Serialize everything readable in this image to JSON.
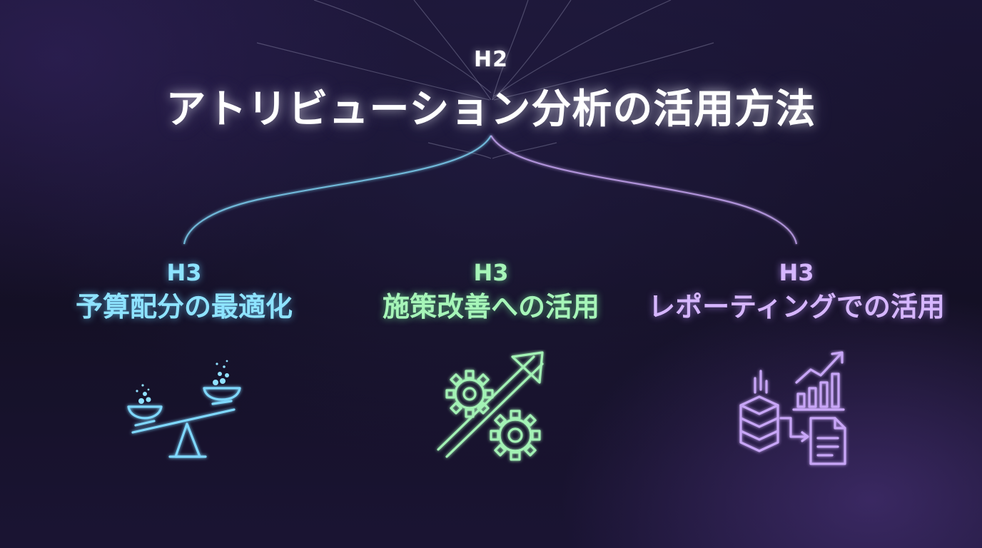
{
  "heading": {
    "tag": "H2",
    "title": "アトリビューション分析の活用方法"
  },
  "sections": [
    {
      "tag": "H3",
      "label": "予算配分の最適化",
      "color": "#8ee3ff",
      "icon": "balance-scale-icon"
    },
    {
      "tag": "H3",
      "label": "施策改善への活用",
      "color": "#a6f5b8",
      "icon": "gear-growth-arrow-icon"
    },
    {
      "tag": "H3",
      "label": "レポーティングでの活用",
      "color": "#d6b6ff",
      "icon": "data-report-chart-icon"
    }
  ]
}
